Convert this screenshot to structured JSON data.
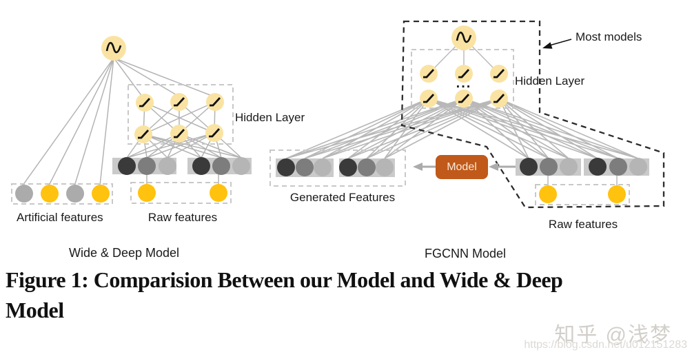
{
  "left_diagram": {
    "hidden_layer_label": "Hidden Layer",
    "artificial_features_label": "Artificial features",
    "raw_features_label": "Raw features",
    "title": "Wide & Deep Model"
  },
  "right_diagram": {
    "most_models_label": "Most models",
    "hidden_layer_label": "Hidden Layer",
    "ellipsis": "...",
    "model_box_label": "Model",
    "generated_features_label": "Generated Features",
    "raw_features_label": "Raw features",
    "title": "FGCNN Model"
  },
  "caption": {
    "line1": "Figure 1: Comparision Between our Model and Wide & Deep",
    "line2": "Model"
  },
  "watermark": {
    "text": "知乎 @浅梦",
    "url": "https://blog.csdn.net/u012151283"
  },
  "colors": {
    "node_yellow": "#FAE3A2",
    "raw_feature_yellow": "#FFC20E",
    "artificial_gray": "#ABABAB",
    "embedding_bar": "#CACACA",
    "embedding_dark": "#3A3A3A",
    "embedding_mid": "#7D7D7D",
    "embedding_light": "#B5B5B5",
    "connection_gray": "#B3B3B3",
    "dashed_box_gray": "#C8C8C8",
    "most_models_dash": "#2B2B2B",
    "model_box_orange": "#C0591A"
  }
}
